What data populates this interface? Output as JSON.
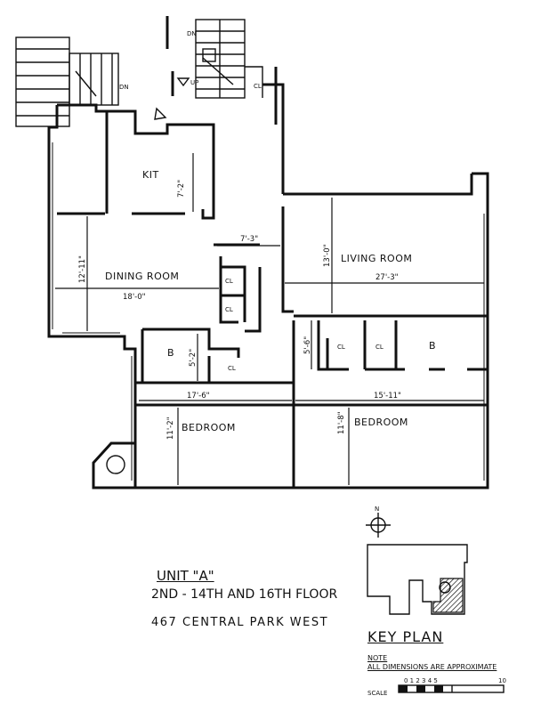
{
  "rooms": {
    "kitchen": "KIT",
    "dining": "DINING ROOM",
    "living": "LIVING ROOM",
    "bedroom_left": "BEDROOM",
    "bedroom_right": "BEDROOM",
    "bath_left": "B",
    "bath_right": "B",
    "closet_1": "CL",
    "closet_2": "CL",
    "closet_3": "CL",
    "closet_4": "CL",
    "closet_5": "CL",
    "closet_stair": "CL"
  },
  "dimensions": {
    "kitchen_depth": "7'-2\"",
    "dining_depth": "12'-11\"",
    "dining_width": "18'-0\"",
    "foyer_width": "7'-3\"",
    "living_depth": "13'-0\"",
    "living_width": "27'-3\"",
    "hall_depth": "5'-6\"",
    "bath_depth": "5'-2\"",
    "bedroom_left_width": "17'-6\"",
    "bedroom_left_depth": "11'-2\"",
    "bedroom_right_width": "15'-11\"",
    "bedroom_right_depth": "11'-8\""
  },
  "stair_labels": {
    "down_top": "DN",
    "down_left": "DN",
    "up": "UP"
  },
  "compass": "N",
  "caption": {
    "unit": "UNIT \"A\"",
    "floors": "2ND - 14TH AND 16TH FLOOR",
    "address": "467 CENTRAL PARK WEST"
  },
  "key_plan": {
    "title": "KEY PLAN",
    "note_label": "NOTE",
    "note_text": "ALL DIMENSIONS ARE APPROXIMATE",
    "scale_label": "SCALE",
    "scale_ticks": "0 1 2 3 4 5",
    "scale_end": "10"
  }
}
